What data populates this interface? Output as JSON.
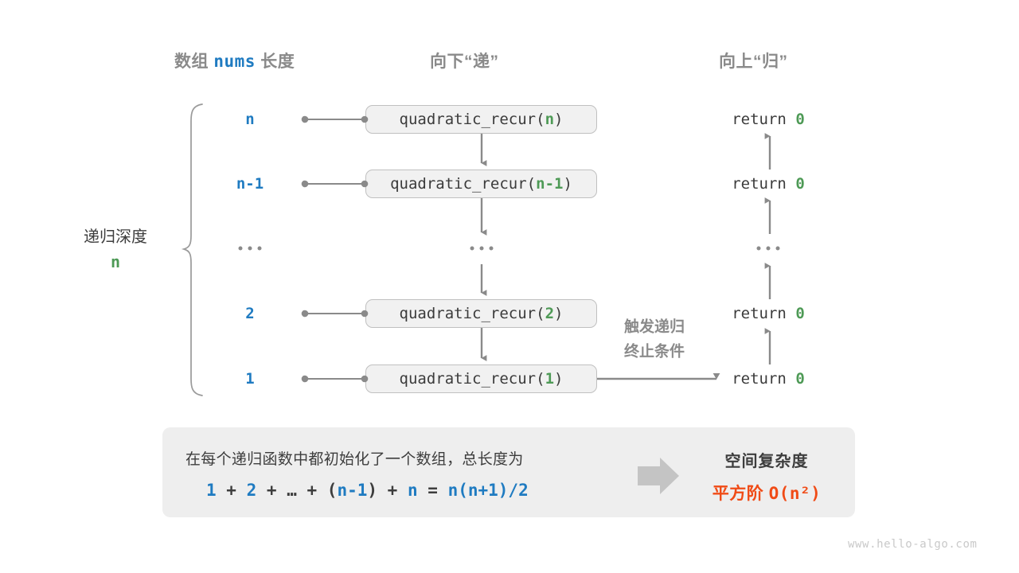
{
  "headers": {
    "array_length": "数组 nums 长度",
    "array_length_prefix": "数组 ",
    "array_length_mono": "nums",
    "array_length_suffix": " 长度",
    "descend": "向下“递”",
    "ascend": "向上“归”"
  },
  "depth": {
    "label": "递归深度",
    "value": "n"
  },
  "rows": [
    {
      "length": "n",
      "call_prefix": "quadratic_recur(",
      "call_arg": "n",
      "call_suffix": ")",
      "return": "return ",
      "return_value": "0"
    },
    {
      "length": "n-1",
      "call_prefix": "quadratic_recur(",
      "call_arg": "n-1",
      "call_suffix": ")",
      "return": "return ",
      "return_value": "0"
    },
    {
      "length": "...",
      "call_prefix": "...",
      "call_arg": "",
      "call_suffix": "",
      "return": "...",
      "return_value": ""
    },
    {
      "length": "2",
      "call_prefix": "quadratic_recur(",
      "call_arg": "2",
      "call_suffix": ")",
      "return": "return ",
      "return_value": "0"
    },
    {
      "length": "1",
      "call_prefix": "quadratic_recur(",
      "call_arg": "1",
      "call_suffix": ")",
      "return": "return ",
      "return_value": "0"
    }
  ],
  "trigger_note": {
    "line1": "触发递归",
    "line2": "终止条件"
  },
  "summary": {
    "description": "在每个递归函数中都初始化了一个数组，总长度为",
    "formula": {
      "t1": "1",
      "o1": " + ",
      "t2": "2",
      "o2": " + ",
      "t3": "…",
      "o3": " + ",
      "p1": "(",
      "t4": "n-1",
      "p2": ")",
      "o4": " + ",
      "t5": "n",
      "eq": " = ",
      "t6": "n(n+1)/2"
    },
    "complexity_title": "空间复杂度",
    "complexity_value_prefix": "平方阶 ",
    "complexity_value_mono": "O(n²)"
  },
  "watermark": "www.hello-algo.com",
  "colors": {
    "blue": "#1f7bc1",
    "green": "#4e9a56",
    "orange": "#f04b16",
    "gray_text": "#8a8a8a",
    "dark_text": "#3d3d3d",
    "line": "#8a8a8a",
    "box_fill": "#f1f1f1",
    "box_border": "#c0c0c0",
    "panel_fill": "#eeeeee",
    "block_arrow": "#c4c4c4"
  }
}
